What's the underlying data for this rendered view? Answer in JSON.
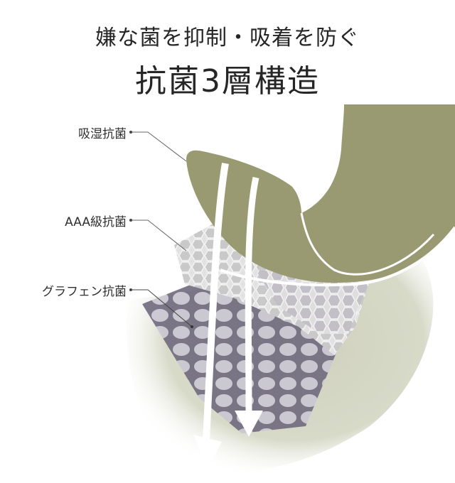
{
  "header": {
    "subtitle": "嫌な菌を抑制・吸着を防ぐ",
    "title": "抗菌3層構造"
  },
  "layers": [
    {
      "label": "吸湿抗菌",
      "color": "#9a9a72"
    },
    {
      "label": "AAA級抗菌",
      "color": "#d6d6d6"
    },
    {
      "label": "グラフェン抗菌",
      "color": "#8e8a9c"
    }
  ],
  "colors": {
    "outer_layer": "#9a9a72",
    "shadow": "#d2d4c2",
    "middle_layer": "#dcdcdc",
    "inner_layer": "#a9a4b5",
    "arrow": "#ffffff",
    "leader_line": "#555555"
  }
}
